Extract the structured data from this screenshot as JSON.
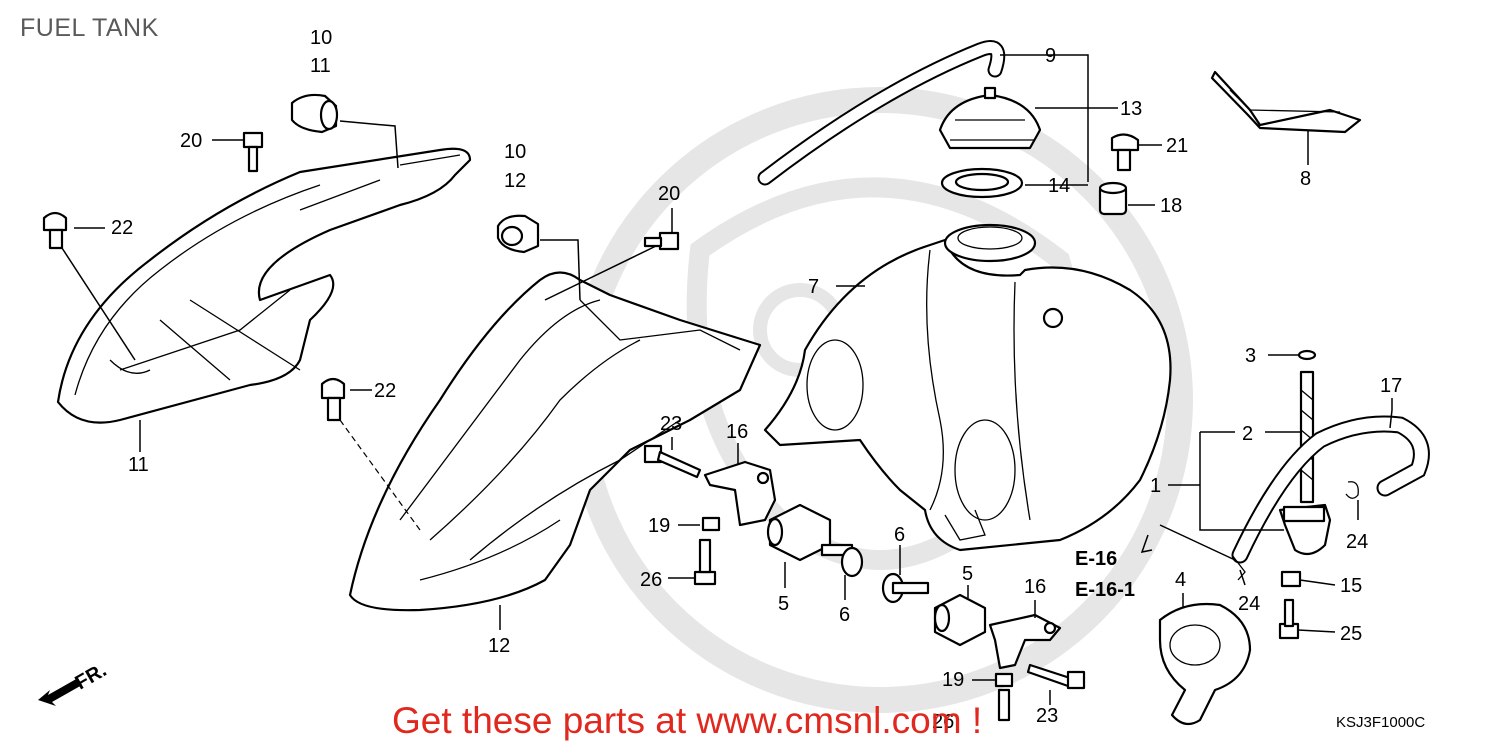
{
  "title": "FUEL TANK",
  "diagram_code": "KSJ3F1000C",
  "promo_text": "Get these parts at www.cmsnl.com !",
  "direction_label": "FR.",
  "references": [
    "E-16",
    "E-16-1"
  ],
  "labels": {
    "l10a": "10",
    "l11a": "11",
    "l20a": "20",
    "l22a": "22",
    "l11b": "11",
    "l10b": "10",
    "l12a": "12",
    "l20b": "20",
    "l22b": "22",
    "l12b": "12",
    "l23a": "23",
    "l16a": "16",
    "l19a": "19",
    "l26a": "26",
    "l5a": "5",
    "l6a": "6",
    "l6b": "6",
    "l5b": "5",
    "l16b": "16",
    "l19b": "19",
    "l26b": "26",
    "l23b": "23",
    "l9": "9",
    "l13": "13",
    "l14": "14",
    "l7": "7",
    "l21": "21",
    "l18": "18",
    "l8": "8",
    "l3": "3",
    "l17": "17",
    "l2": "2",
    "l1": "1",
    "l24a": "24",
    "l24b": "24",
    "l15": "15",
    "l25": "25",
    "l4": "4"
  },
  "colors": {
    "promo": "#e0281e",
    "title": "#5a5a5a",
    "watermark": "#e6e6e6"
  }
}
